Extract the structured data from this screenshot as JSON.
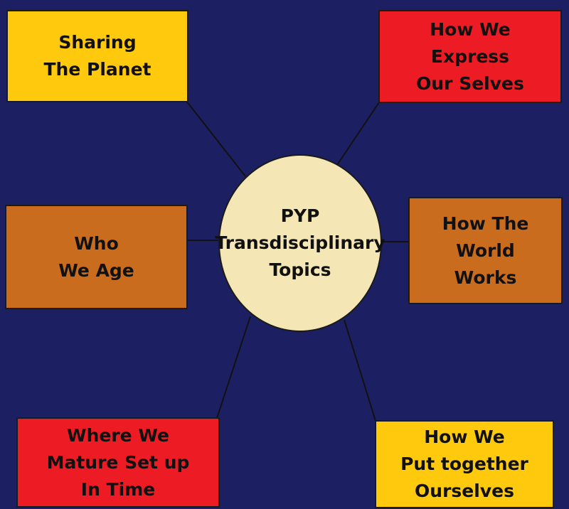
{
  "center": {
    "text": "PYP\nTransdisciplinary\nTopics"
  },
  "topics": [
    {
      "id": "sharing",
      "text": "Sharing\nThe Planet",
      "color": "#ffc90e"
    },
    {
      "id": "express",
      "text": "How We\nExpress\nOur Selves",
      "color": "#ed1c24"
    },
    {
      "id": "who",
      "text": "Who\nWe Age",
      "color": "#c96c1e"
    },
    {
      "id": "world",
      "text": "How The\nWorld\nWorks",
      "color": "#c96c1e"
    },
    {
      "id": "where",
      "text": "Where We\nMature Set up\nIn Time",
      "color": "#ed1c24"
    },
    {
      "id": "organise",
      "text": "How We\nPut together\nOurselves",
      "color": "#ffc90e"
    }
  ],
  "background_color": "#1c2062"
}
